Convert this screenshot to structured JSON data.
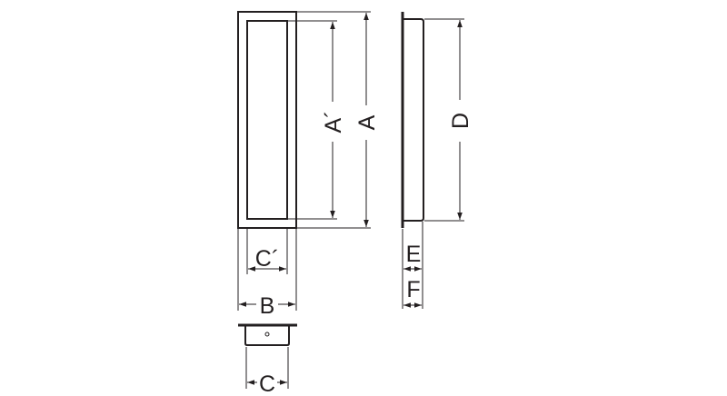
{
  "diagram": {
    "labels": {
      "a_prime": "A´",
      "a": "A",
      "d": "D",
      "c_prime": "C´",
      "b": "B",
      "e": "E",
      "f": "F",
      "c": "C"
    },
    "line_color": "#231f20"
  }
}
